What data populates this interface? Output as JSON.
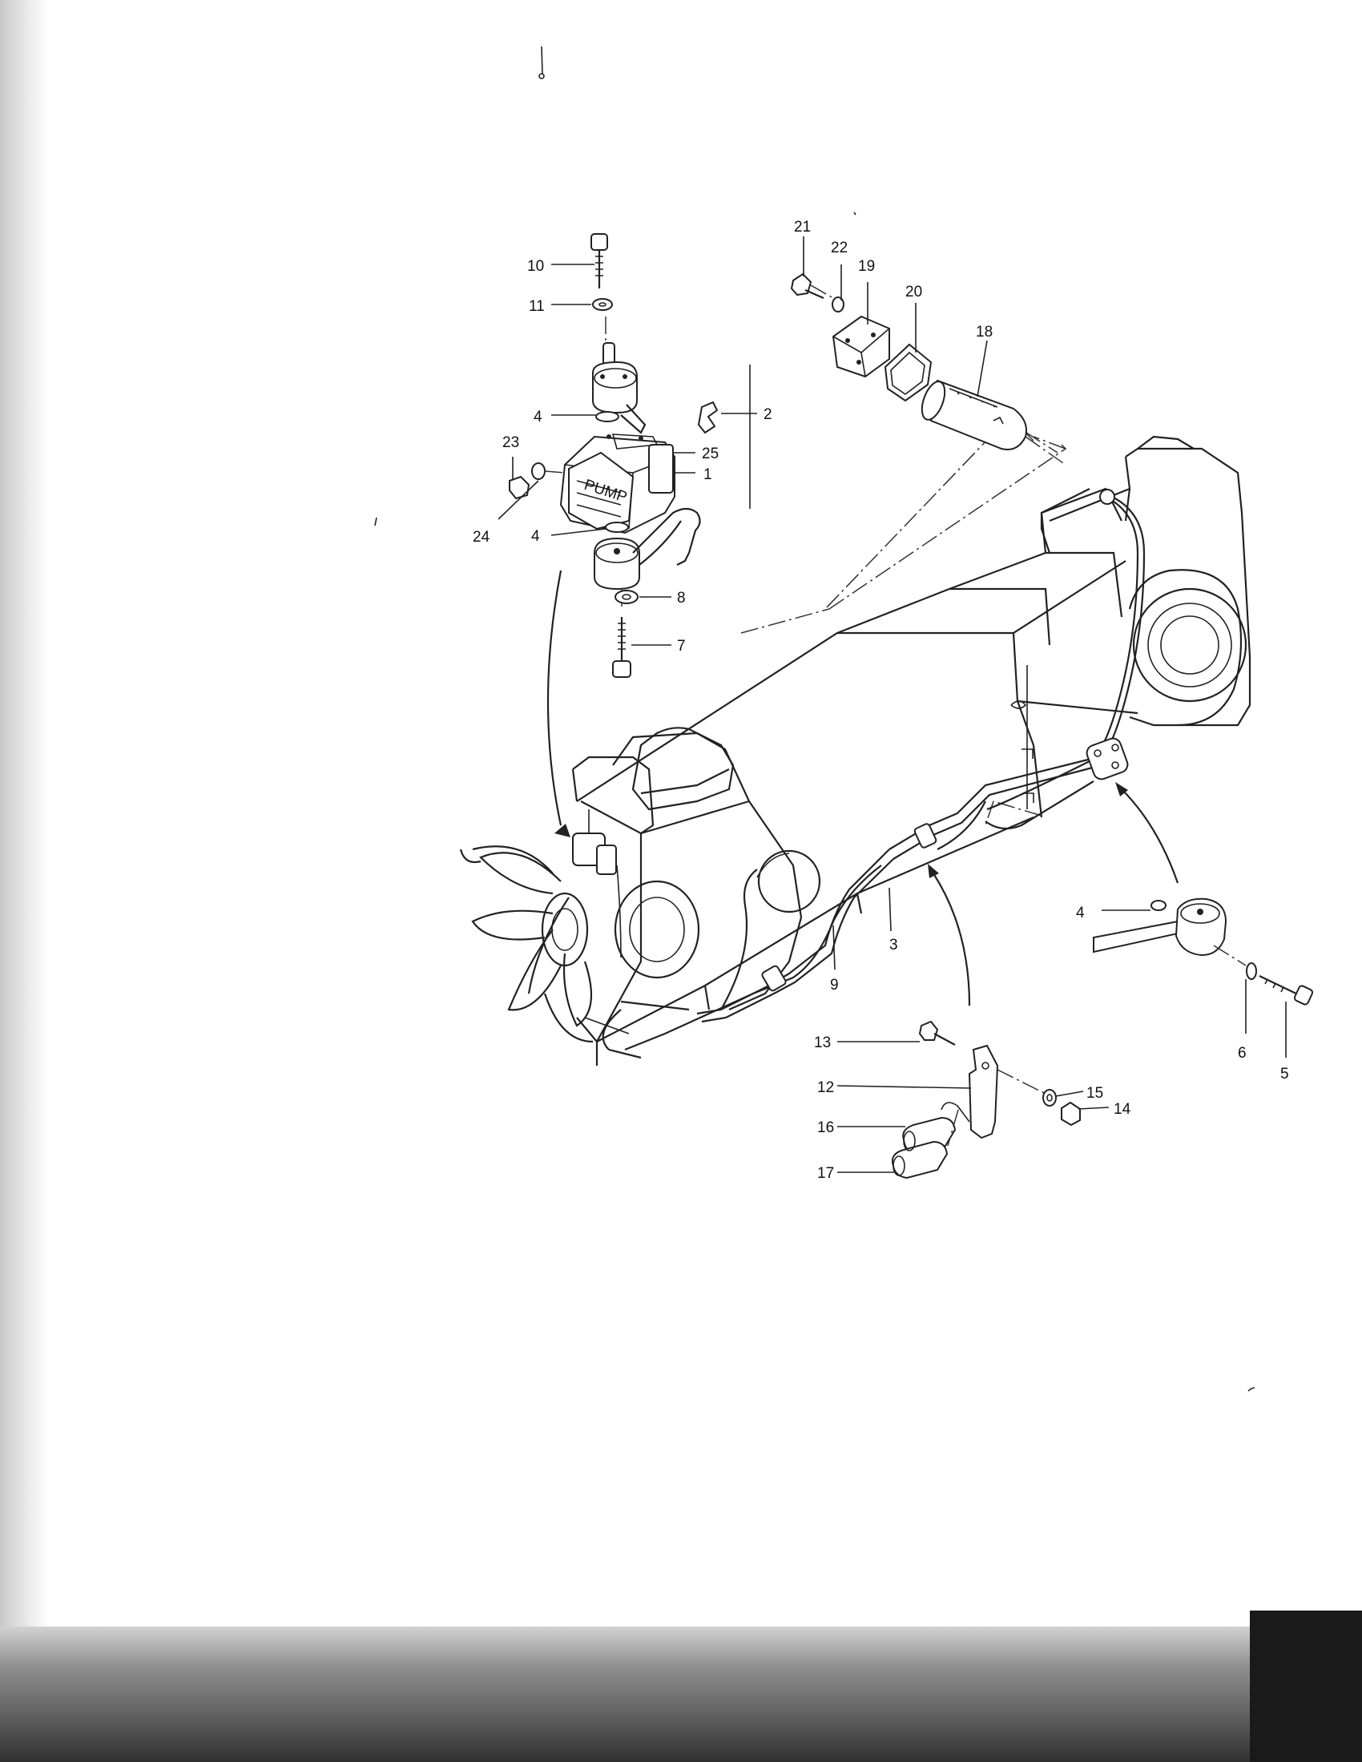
{
  "diagram": {
    "callouts": [
      {
        "id": "c10",
        "text": "10"
      },
      {
        "id": "c11",
        "text": "11"
      },
      {
        "id": "c4a",
        "text": "4"
      },
      {
        "id": "c2",
        "text": "2"
      },
      {
        "id": "c23",
        "text": "23"
      },
      {
        "id": "c25",
        "text": "25"
      },
      {
        "id": "c1",
        "text": "1"
      },
      {
        "id": "c24",
        "text": "24"
      },
      {
        "id": "c4b",
        "text": "4"
      },
      {
        "id": "c8",
        "text": "8"
      },
      {
        "id": "c7",
        "text": "7"
      },
      {
        "id": "c21",
        "text": "21"
      },
      {
        "id": "c22",
        "text": "22"
      },
      {
        "id": "c19",
        "text": "19"
      },
      {
        "id": "c20",
        "text": "20"
      },
      {
        "id": "c18",
        "text": "18"
      },
      {
        "id": "c3",
        "text": "3"
      },
      {
        "id": "c9",
        "text": "9"
      },
      {
        "id": "c4c",
        "text": "4"
      },
      {
        "id": "c6",
        "text": "6"
      },
      {
        "id": "c5",
        "text": "5"
      },
      {
        "id": "c13",
        "text": "13"
      },
      {
        "id": "c12",
        "text": "12"
      },
      {
        "id": "c15",
        "text": "15"
      },
      {
        "id": "c14",
        "text": "14"
      },
      {
        "id": "c16",
        "text": "16"
      },
      {
        "id": "c17",
        "text": "17"
      }
    ]
  }
}
